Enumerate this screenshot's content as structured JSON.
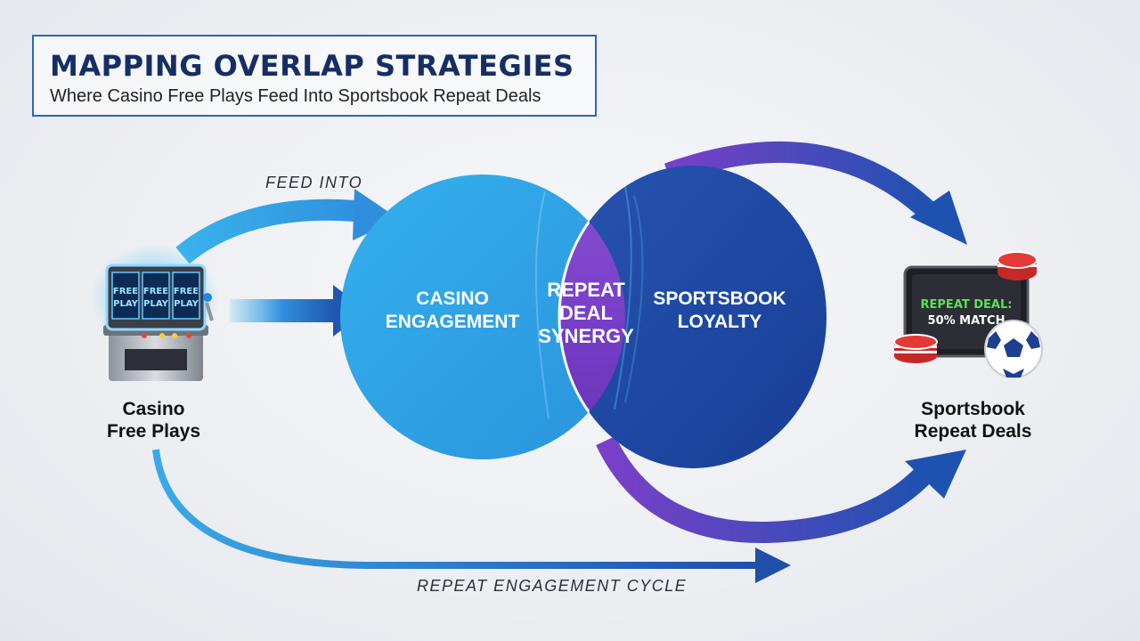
{
  "header": {
    "title": "MAPPING OVERLAP STRATEGIES",
    "subtitle": "Where Casino Free Plays Feed Into Sportsbook Repeat Deals"
  },
  "labels": {
    "feed_into": "FEED INTO",
    "repeat_cycle": "REPEAT ENGAGEMENT CYCLE"
  },
  "nodes": {
    "casino_free_plays": "Casino\nFree Plays",
    "sportsbook_repeat_deals": "Sportsbook\nRepeat Deals"
  },
  "venn": {
    "left": "CASINO\nENGAGEMENT",
    "overlap": "REPEAT\nDEAL\nSYNERGY",
    "right": "SPORTSBOOK\nLOYALTY"
  },
  "slot_machine": {
    "reel_text": "FREE PLAY",
    "reel_line_1": "FREE",
    "reel_line_2": "PLAY"
  },
  "tablet": {
    "line_1": "REPEAT DEAL:",
    "line_2": "50% MATCH"
  },
  "colors": {
    "light_blue": "#2fa6e6",
    "dark_blue": "#1e4aa3",
    "purple": "#7a3fc8",
    "title_navy": "#152e66",
    "deal_green": "#5be05b"
  },
  "icons": [
    "slot-machine-icon",
    "tablet-icon",
    "poker-chip-icon",
    "soccer-ball-icon"
  ]
}
